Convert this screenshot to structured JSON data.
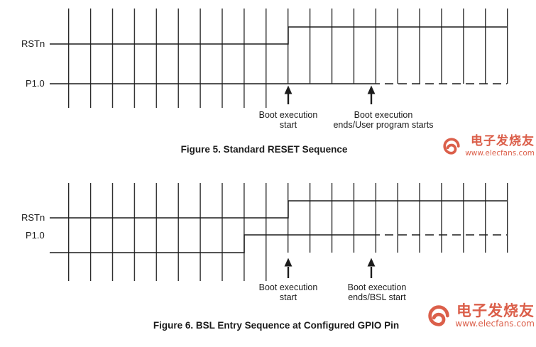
{
  "figure5": {
    "rstn_label": "RSTn",
    "p10_label": "P1.0",
    "ann1_line1": "Boot execution",
    "ann1_line2": "start",
    "ann2_line1": "Boot execution",
    "ann2_line2": "ends/User program starts",
    "caption": "Figure 5. Standard RESET Sequence"
  },
  "figure6": {
    "rstn_label": "RSTn",
    "p10_label": "P1.0",
    "ann1_line1": "Boot execution",
    "ann1_line2": "start",
    "ann2_line1": "Boot execution",
    "ann2_line2": "ends/BSL start",
    "caption": "Figure 6. BSL Entry Sequence at Configured GPIO Pin"
  },
  "watermark": {
    "brand": "电子发烧友",
    "url": "www.elecfans.com",
    "color": "#d9523b"
  },
  "colors": {
    "ink": "#1c1c1c",
    "background": "#ffffff"
  }
}
